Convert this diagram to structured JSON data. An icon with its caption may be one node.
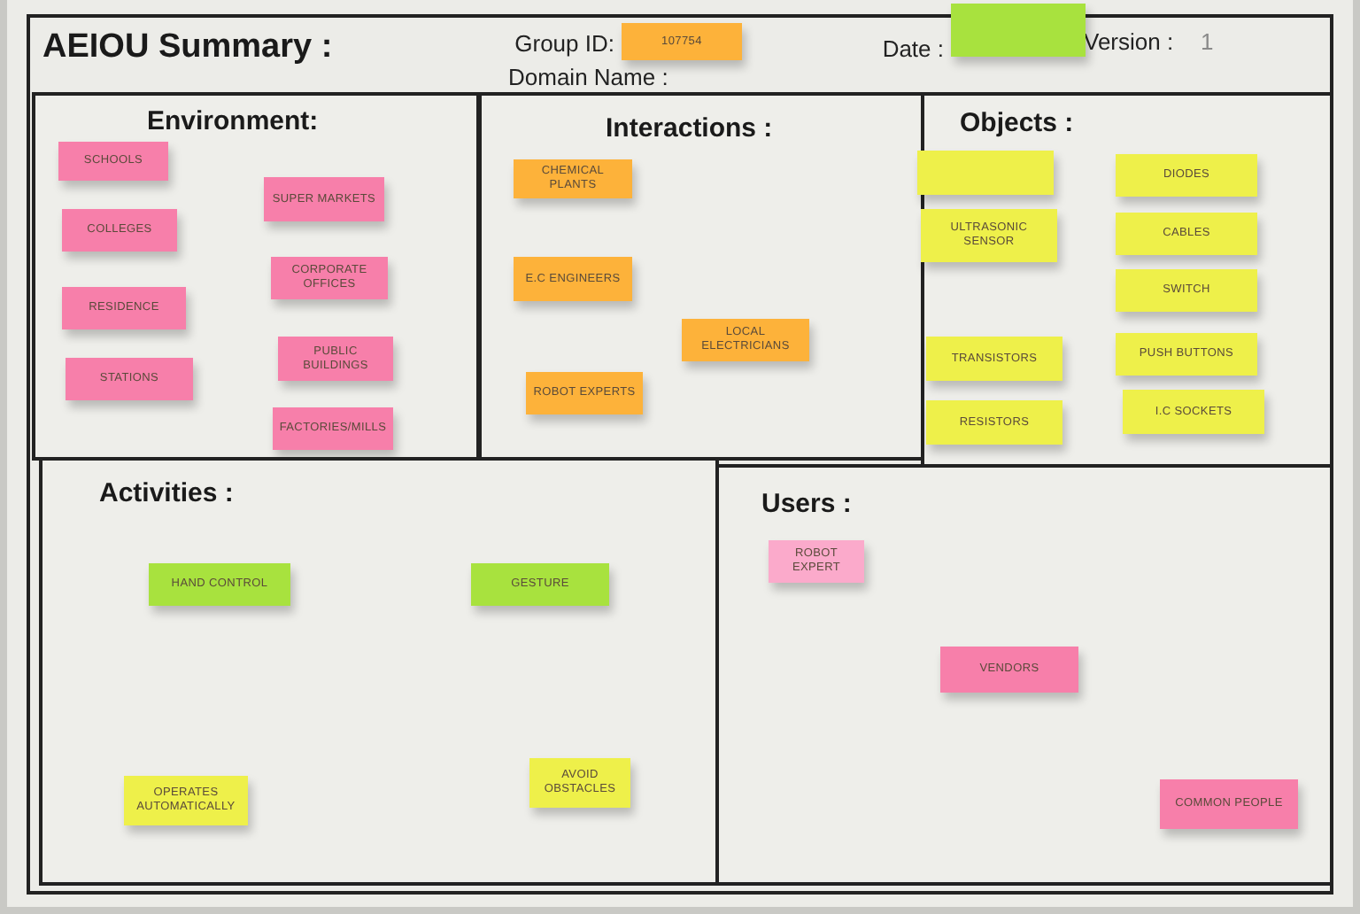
{
  "diagram": {
    "title": "AEIOU Summary :",
    "nodes": [
      {
        "text": [
          "Environment:"
        ]
      },
      {
        "text": [
          "SCHOOLS"
        ],
        "in": 0
      },
      {
        "text": [
          "COLLEGES"
        ],
        "in": 0
      },
      {
        "text": [
          "RESIDENCE"
        ],
        "in": 0
      },
      {
        "text": [
          "STATIONS"
        ],
        "in": 0
      },
      {
        "text": [
          "SUPER MARKETS"
        ],
        "in": 0
      },
      {
        "text": [
          "CORPORATE OFFICES"
        ],
        "in": 0
      },
      {
        "text": [
          "PUBLIC BUILDINGS"
        ],
        "in": 0
      },
      {
        "text": [
          "FACTORIES/MILLS"
        ],
        "in": 0
      },
      {
        "text": [
          "Interactions :"
        ]
      },
      {
        "text": [
          "CHEMICAL PLANTS"
        ],
        "in": 9
      },
      {
        "text": [
          "E.C ENGINEERS"
        ],
        "in": 9
      },
      {
        "text": [
          "LOCAL ELECTRICIANS"
        ],
        "in": 9
      },
      {
        "text": [
          "ROBOT EXPERTS"
        ],
        "in": 9
      },
      {
        "text": [
          "Objects :"
        ]
      },
      {
        "text": [],
        "shape": "box",
        "in": 14
      },
      {
        "text": [
          "ULTRASONIC SENSOR"
        ],
        "in": 14
      },
      {
        "text": [
          "TRANSISTORS"
        ],
        "in": 14
      },
      {
        "text": [
          "RESISTORS"
        ],
        "in": 14
      },
      {
        "text": [
          "DIODES"
        ],
        "in": 14
      },
      {
        "text": [
          "CABLES"
        ],
        "in": 14
      },
      {
        "text": [
          "SWITCH"
        ],
        "in": 14
      },
      {
        "text": [
          "PUSH BUTTONS"
        ],
        "in": 14
      },
      {
        "text": [
          "I.C SOCKETS"
        ],
        "in": 14
      },
      {
        "text": [
          "Activities :"
        ]
      },
      {
        "text": [
          "HAND CONTROL"
        ],
        "in": 24
      },
      {
        "text": [
          "GESTURE"
        ],
        "in": 24
      },
      {
        "text": [
          "OPERATES AUTOMATICALLY"
        ],
        "in": 24
      },
      {
        "text": [
          "AVOID OBSTACLES"
        ],
        "in": 24
      },
      {
        "text": [
          "Users :"
        ]
      },
      {
        "text": [
          "ROBOT EXPERT"
        ],
        "in": 29
      },
      {
        "text": [
          "VENDORS"
        ],
        "in": 29
      },
      {
        "text": [
          "COMMON PEOPLE"
        ],
        "in": 29
      },
      {
        "text": [
          "107754"
        ],
        "beside": [
          "Group ID:"
        ]
      },
      {
        "text": [],
        "shape": "box",
        "beside": [
          "Date :"
        ]
      }
    ],
    "labels": [
      "Version :",
      "1",
      "Domain Name :"
    ]
  }
}
